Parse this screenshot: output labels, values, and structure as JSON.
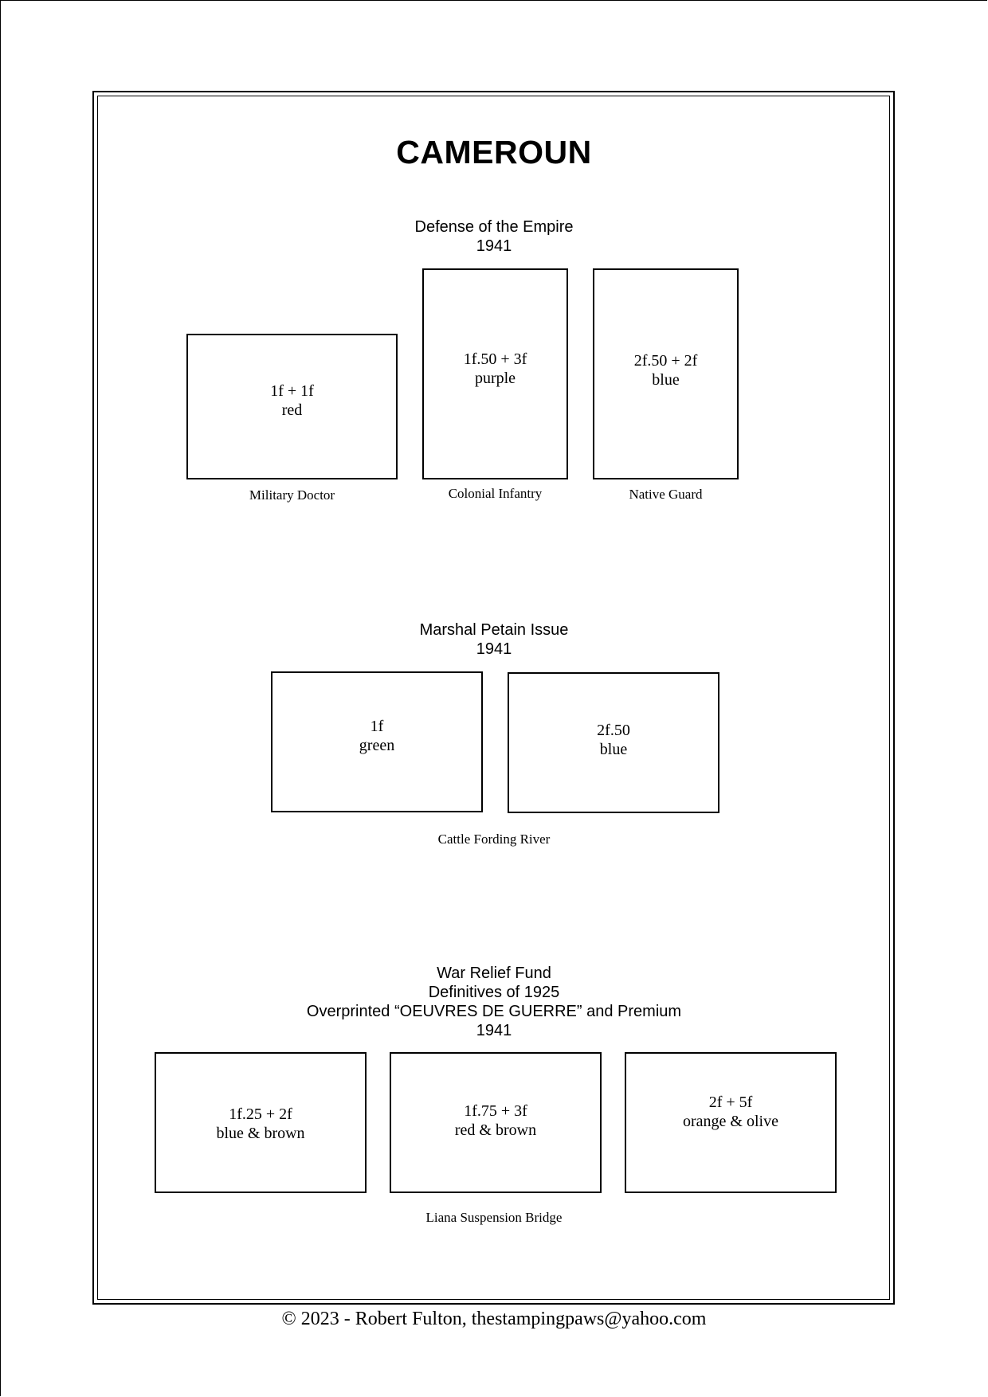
{
  "page_title": "CAMEROUN",
  "sections": [
    {
      "heading_lines": [
        "Defense of the Empire",
        "1941"
      ],
      "stamps": [
        {
          "value": "1f + 1f",
          "color": "red"
        },
        {
          "value": "1f.50 + 3f",
          "color": "purple"
        },
        {
          "value": "2f.50 + 2f",
          "color": "blue"
        }
      ],
      "captions": [
        "Military Doctor",
        "Colonial Infantry",
        "Native Guard"
      ]
    },
    {
      "heading_lines": [
        "Marshal Petain Issue",
        "1941"
      ],
      "stamps": [
        {
          "value": "1f",
          "color": "green"
        },
        {
          "value": "2f.50",
          "color": "blue"
        }
      ],
      "captions": [
        "Cattle Fording River"
      ]
    },
    {
      "heading_lines": [
        "War Relief Fund",
        "Definitives of 1925",
        "Overprinted “OEUVRES DE GUERRE” and Premium",
        "1941"
      ],
      "stamps": [
        {
          "value": "1f.25 + 2f",
          "color": "blue & brown"
        },
        {
          "value": "1f.75 + 3f",
          "color": "red & brown"
        },
        {
          "value": "2f + 5f",
          "color": "orange & olive"
        }
      ],
      "captions": [
        "Liana Suspension Bridge"
      ]
    }
  ],
  "footer": "© 2023 -  Robert Fulton, thestampingpaws@yahoo.com"
}
